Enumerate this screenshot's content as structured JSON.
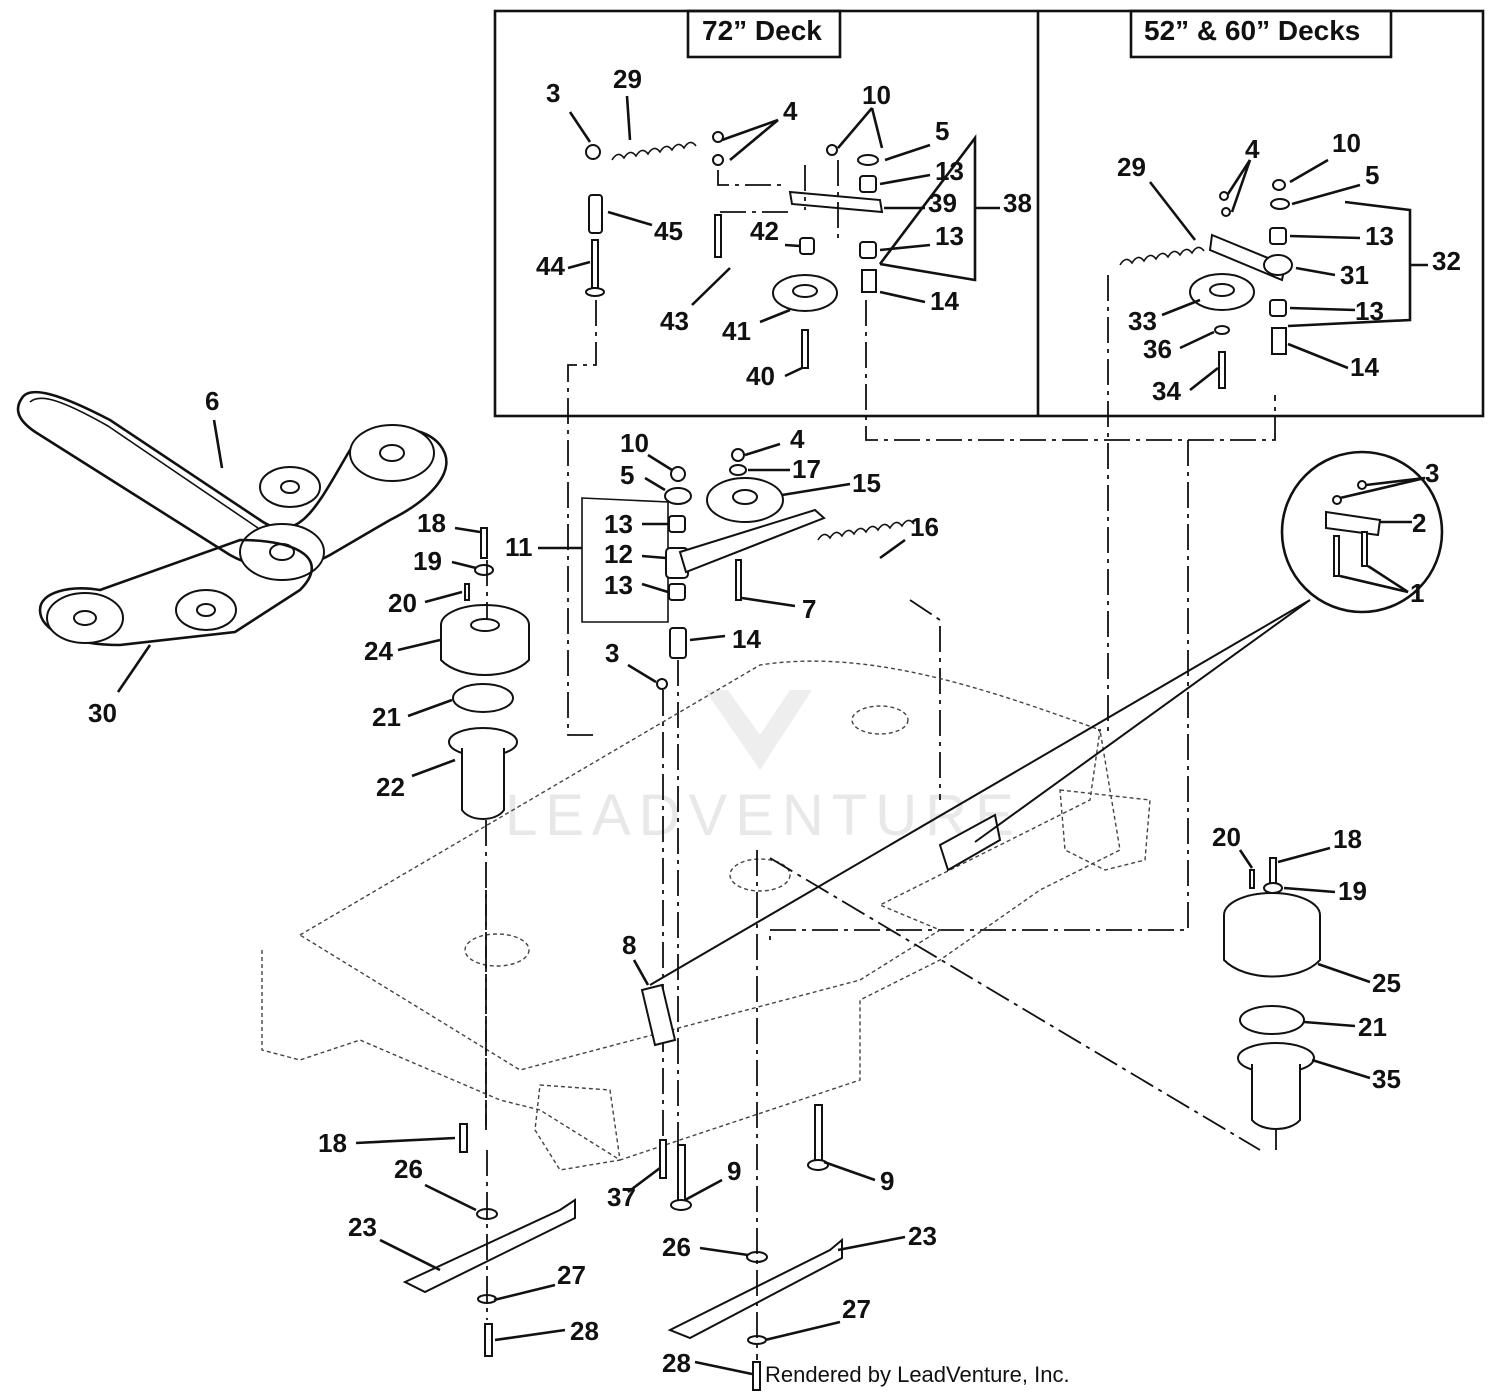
{
  "inset_titles": {
    "deck_72": "72” Deck",
    "deck_52_60": "52” & 60” Decks"
  },
  "footer_text": "Rendered by LeadVenture, Inc.",
  "watermark_text": "LEADVENTURE",
  "callouts": [
    {
      "label": "3"
    },
    {
      "label": "29"
    },
    {
      "label": "4"
    },
    {
      "label": "10"
    },
    {
      "label": "5"
    },
    {
      "label": "13"
    },
    {
      "label": "39"
    },
    {
      "label": "38"
    },
    {
      "label": "45"
    },
    {
      "label": "42"
    },
    {
      "label": "13"
    },
    {
      "label": "44"
    },
    {
      "label": "43"
    },
    {
      "label": "41"
    },
    {
      "label": "14"
    },
    {
      "label": "40"
    },
    {
      "label": "29"
    },
    {
      "label": "4"
    },
    {
      "label": "10"
    },
    {
      "label": "5"
    },
    {
      "label": "13"
    },
    {
      "label": "32"
    },
    {
      "label": "31"
    },
    {
      "label": "33"
    },
    {
      "label": "13"
    },
    {
      "label": "36"
    },
    {
      "label": "14"
    },
    {
      "label": "34"
    },
    {
      "label": "6"
    },
    {
      "label": "30"
    },
    {
      "label": "10"
    },
    {
      "label": "4"
    },
    {
      "label": "5"
    },
    {
      "label": "17"
    },
    {
      "label": "15"
    },
    {
      "label": "11"
    },
    {
      "label": "13"
    },
    {
      "label": "12"
    },
    {
      "label": "13"
    },
    {
      "label": "16"
    },
    {
      "label": "7"
    },
    {
      "label": "14"
    },
    {
      "label": "3"
    },
    {
      "label": "18"
    },
    {
      "label": "19"
    },
    {
      "label": "20"
    },
    {
      "label": "24"
    },
    {
      "label": "21"
    },
    {
      "label": "22"
    },
    {
      "label": "3"
    },
    {
      "label": "2"
    },
    {
      "label": "1"
    },
    {
      "label": "8"
    },
    {
      "label": "20"
    },
    {
      "label": "18"
    },
    {
      "label": "19"
    },
    {
      "label": "25"
    },
    {
      "label": "21"
    },
    {
      "label": "35"
    },
    {
      "label": "18"
    },
    {
      "label": "26"
    },
    {
      "label": "23"
    },
    {
      "label": "27"
    },
    {
      "label": "28"
    },
    {
      "label": "37"
    },
    {
      "label": "9"
    },
    {
      "label": "9"
    },
    {
      "label": "26"
    },
    {
      "label": "23"
    },
    {
      "label": "27"
    },
    {
      "label": "28"
    }
  ]
}
